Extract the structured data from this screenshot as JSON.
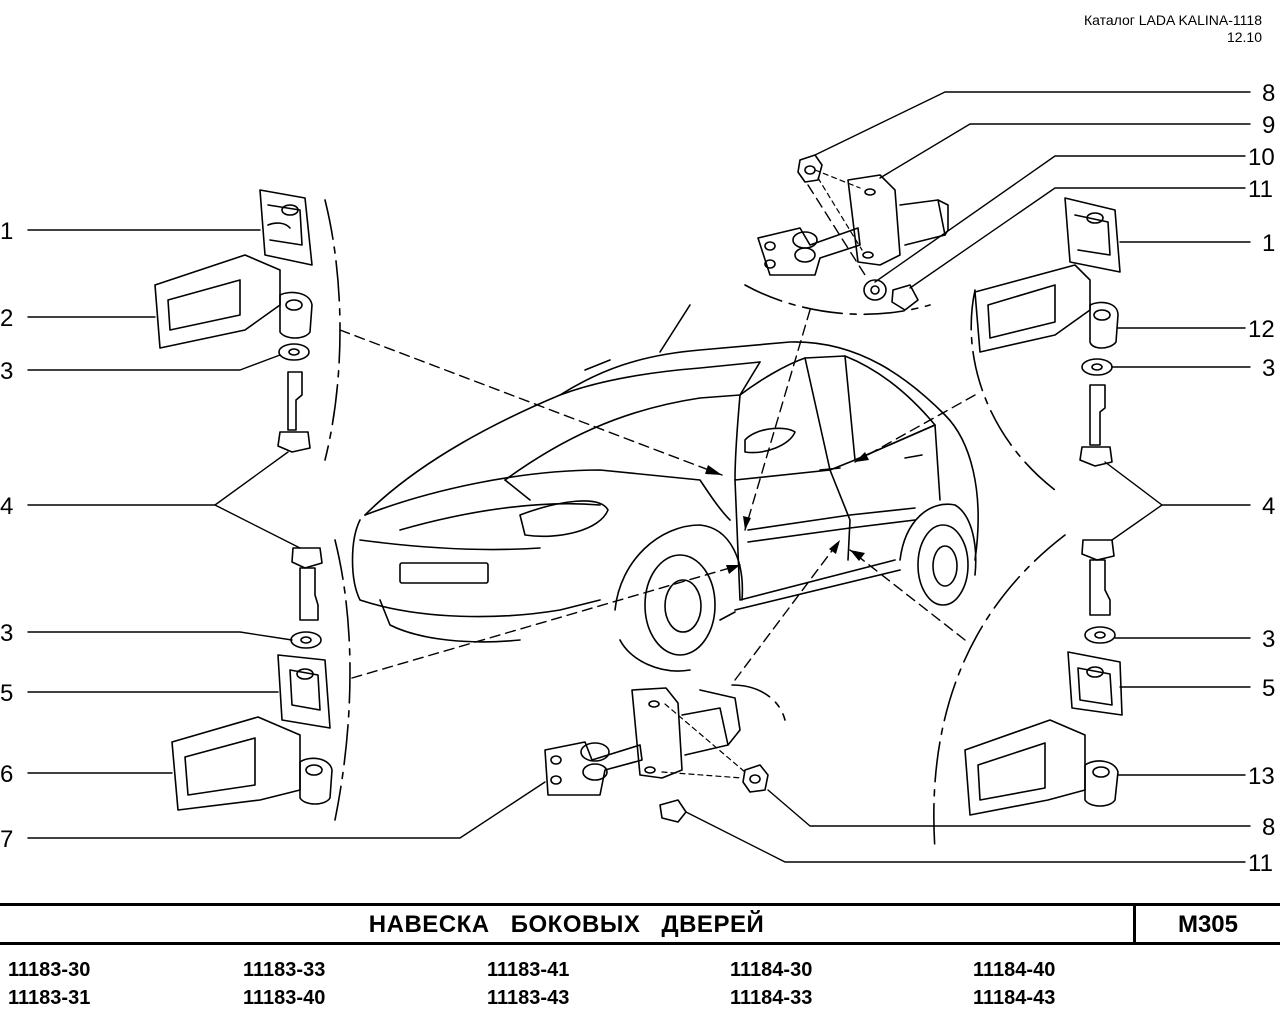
{
  "header": {
    "catalog": "Каталог LADA KALINA-1118",
    "date": "12.10"
  },
  "callouts": {
    "left": [
      "1",
      "2",
      "3",
      "4",
      "3",
      "5",
      "6",
      "7"
    ],
    "right": [
      "8",
      "9",
      "10",
      "11",
      "1",
      "12",
      "3",
      "4",
      "3",
      "5",
      "13",
      "8",
      "11"
    ]
  },
  "title": {
    "text": "НАВЕСКА БОКОВЫХ ДВЕРЕЙ",
    "code": "М305"
  },
  "models": [
    [
      "11183-30",
      "11183-31"
    ],
    [
      "11183-33",
      "11183-40"
    ],
    [
      "11183-41",
      "11183-43"
    ],
    [
      "11184-30",
      "11184-33"
    ],
    [
      "11184-40",
      "11184-43"
    ]
  ]
}
